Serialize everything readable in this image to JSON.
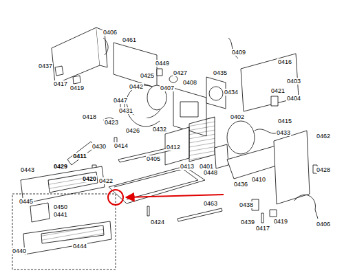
{
  "diagram": {
    "labels": [
      "0437",
      "0406",
      "0461",
      "0409",
      "0416",
      "0403",
      "0404",
      "0417",
      "0419",
      "0449",
      "0427",
      "0425",
      "0442",
      "0407",
      "0408",
      "0435",
      "0434",
      "0421",
      "0447",
      "0431",
      "0418",
      "0423",
      "0426",
      "0415",
      "0402",
      "0433",
      "0462",
      "0432",
      "0430",
      "0414",
      "0412",
      "0413",
      "0401",
      "0411",
      "0405",
      "0429",
      "0448",
      "0436",
      "0410",
      "0428",
      "0443",
      "0420",
      "0422",
      "0445",
      "0450",
      "0441",
      "0424",
      "0463",
      "0438",
      "0439",
      "0417",
      "0419",
      "0406",
      "0440",
      "0444"
    ]
  }
}
